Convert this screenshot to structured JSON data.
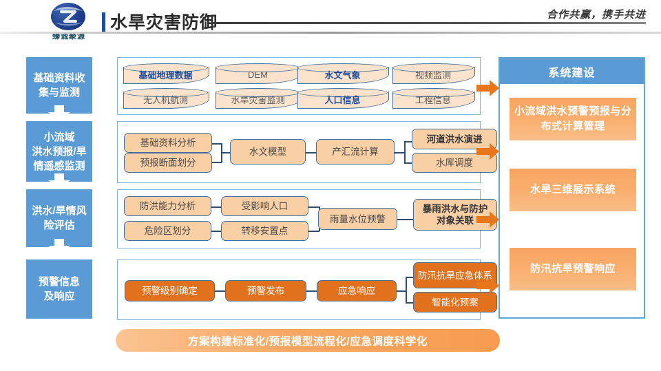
{
  "header": {
    "logo_text": "臻诚聚源",
    "title": "水旱灾害防御",
    "slogan": "合作共赢，携手共进"
  },
  "stages": [
    {
      "label": "基础资料收\n集与监测"
    },
    {
      "label": "小流域\n洪水预报/旱\n情遥感监测"
    },
    {
      "label": "洪水/旱情风\n险评估"
    },
    {
      "label": "预警信息\n及响应"
    }
  ],
  "rows": [
    {
      "name": "row-data-collection",
      "nodes": [
        {
          "label": "基础地理数据",
          "shape": "cylinder",
          "highlight": true
        },
        {
          "label": "DEM",
          "shape": "cylinder",
          "highlight": false
        },
        {
          "label": "水文气象",
          "shape": "cylinder",
          "highlight": true
        },
        {
          "label": "视频监测",
          "shape": "cylinder",
          "highlight": false
        },
        {
          "label": "无人机航测",
          "shape": "cylinder",
          "highlight": false
        },
        {
          "label": "水旱灾害监测",
          "shape": "cylinder",
          "highlight": false
        },
        {
          "label": "人口信息",
          "shape": "cylinder",
          "highlight": true
        },
        {
          "label": "工程信息",
          "shape": "cylinder",
          "highlight": false
        }
      ]
    },
    {
      "name": "row-forecast",
      "nodes": [
        {
          "label": "基础资料分析",
          "shape": "rounded",
          "highlight": false
        },
        {
          "label": "预报断面划分",
          "shape": "rounded",
          "highlight": false
        },
        {
          "label": "水文模型",
          "shape": "rounded",
          "highlight": false
        },
        {
          "label": "产汇流计算",
          "shape": "rounded",
          "highlight": false
        },
        {
          "label": "河道洪水演进",
          "shape": "rounded",
          "highlight": true
        },
        {
          "label": "水库调度",
          "shape": "rounded",
          "highlight": false
        }
      ]
    },
    {
      "name": "row-risk",
      "nodes": [
        {
          "label": "防洪能力分析",
          "shape": "rounded",
          "highlight": false
        },
        {
          "label": "危险区划分",
          "shape": "rounded",
          "highlight": false
        },
        {
          "label": "受影响人口",
          "shape": "rounded",
          "highlight": false
        },
        {
          "label": "转移安置点",
          "shape": "rounded",
          "highlight": false
        },
        {
          "label": "雨量水位预警",
          "shape": "rounded",
          "highlight": false
        },
        {
          "label": "暴雨洪水与防护对象关联",
          "shape": "rounded",
          "highlight": true
        }
      ]
    },
    {
      "name": "row-warning",
      "nodes": [
        {
          "label": "预警级别确定",
          "shape": "rounded-dark",
          "highlight": false
        },
        {
          "label": "预警发布",
          "shape": "rounded-dark",
          "highlight": false
        },
        {
          "label": "应急响应",
          "shape": "rounded-dark",
          "highlight": false
        },
        {
          "label": "防汛抗旱应急体系",
          "shape": "rounded-dark",
          "highlight": false
        },
        {
          "label": "智能化预案",
          "shape": "rounded-dark",
          "highlight": false
        }
      ]
    }
  ],
  "right_panel": {
    "header": "系统建设",
    "items": [
      {
        "label": "小流域洪水预警预报与分布式计算管理"
      },
      {
        "label": "水旱三维展示系统"
      },
      {
        "label": "防汛抗旱预警响应"
      }
    ]
  },
  "footer": {
    "label": "方案构建标准化/预报模型流程化/应急调度科学化"
  },
  "colors": {
    "stage_blue": "#5B9BD5",
    "node_border_blue": "#41719C",
    "node_peach": "#F9CFA6",
    "node_cream": "#FBE2CD",
    "node_dark_orange": "#E2711D",
    "arrow_orange": "#E8761B",
    "panel_border": "#5FA8D3",
    "title_accent": "#1F4E9C"
  }
}
